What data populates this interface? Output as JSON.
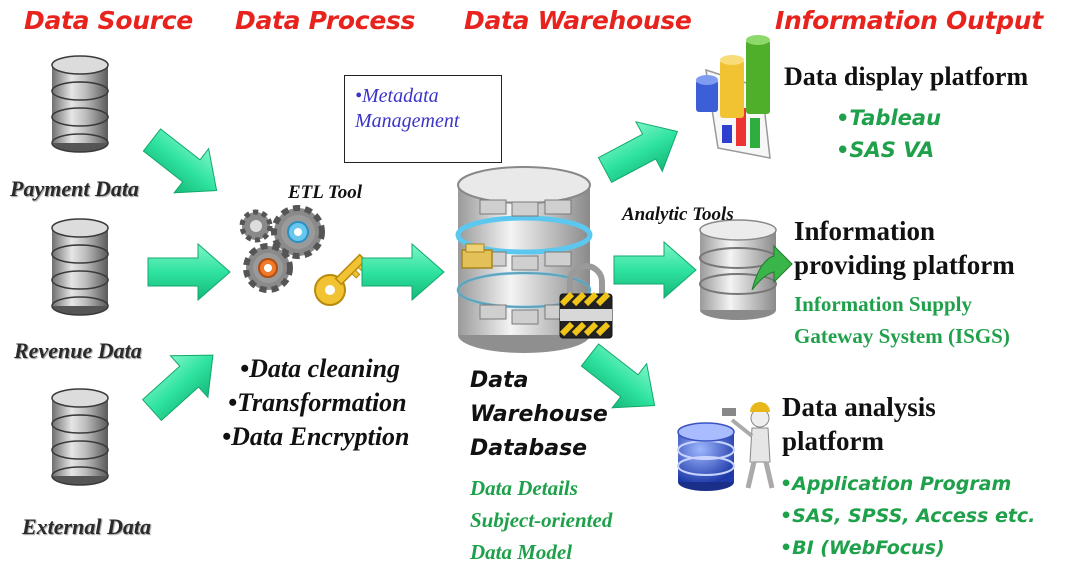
{
  "headers": {
    "data_source": "Data Source",
    "data_process": "Data Process",
    "data_warehouse": "Data Warehouse",
    "information_output": "Information Output"
  },
  "sources": [
    {
      "label": "Payment Data",
      "icon": "database-icon"
    },
    {
      "label": "Revenue Data",
      "icon": "database-icon"
    },
    {
      "label": "External Data",
      "icon": "database-icon"
    }
  ],
  "process": {
    "tool_label": "ETL Tool",
    "tool_icon": "gears-key-icon",
    "steps": [
      "•Data cleaning",
      "•Transformation",
      "•Data Encryption"
    ]
  },
  "metadata": {
    "line1": "•Metadata",
    "line2": "Management"
  },
  "warehouse": {
    "icon": "server-lock-icon",
    "title_lines": [
      "Data",
      "Warehouse",
      "Database"
    ],
    "details": [
      "Data Details",
      "Subject-oriented",
      "Data Model"
    ]
  },
  "outputs": {
    "display": {
      "title": "Data display platform",
      "items": [
        "•Tableau",
        "•SAS VA"
      ],
      "icon": "bar-chart-icon"
    },
    "providing": {
      "tool_label": "Analytic Tools",
      "title_lines": [
        "Information",
        "providing platform"
      ],
      "items": [
        "Information Supply",
        "Gateway System (ISGS)"
      ],
      "icon": "database-arrow-icon"
    },
    "analysis": {
      "title_lines": [
        "Data analysis",
        "platform"
      ],
      "items": [
        "•Application Program",
        "•SAS, SPSS, Access etc.",
        "•BI (WebFocus)"
      ],
      "icon": "database-worker-icon"
    }
  },
  "colors": {
    "header_red": "#e8221c",
    "green_text": "#1fa04a",
    "arrow_green": "#3ee8a8",
    "metadata_blue": "#3a34c8"
  }
}
